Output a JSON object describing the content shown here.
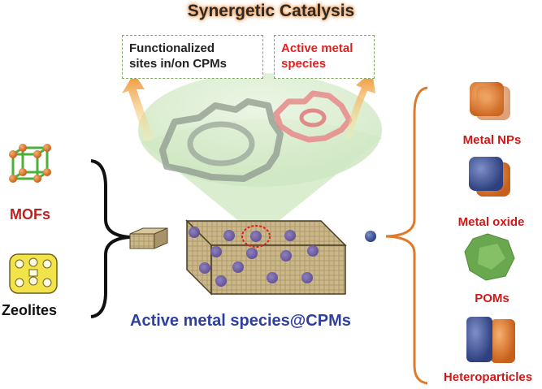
{
  "title": "Synergetic Catalysis",
  "callouts": {
    "functionalized": [
      "Functionalized",
      "sites in/on CPMs"
    ],
    "active_metal": [
      "Active metal",
      "species"
    ]
  },
  "frameworks": {
    "mofs": "MOFs",
    "zeolites": "Zeolites"
  },
  "composite_caption": "Active metal species@CPMs",
  "metal_species": {
    "items": [
      {
        "label": "Metal NPs"
      },
      {
        "label": "Metal oxide"
      },
      {
        "label": "POMs"
      },
      {
        "label": "Heteroparticles"
      }
    ]
  },
  "colors": {
    "title_glow": "#f5a560",
    "callout_border": "#7fa860",
    "red_label": "#e32020",
    "caption_blue": "#2e3fa0",
    "orange_bracket": "#e07a2a",
    "particle_purple": "#6a5aa8",
    "texture_tan": "#c9b48a",
    "sphere_orange": "#e8842c",
    "sphere_blue": "#4a5fa0",
    "pom_green": "#6aa84f"
  }
}
